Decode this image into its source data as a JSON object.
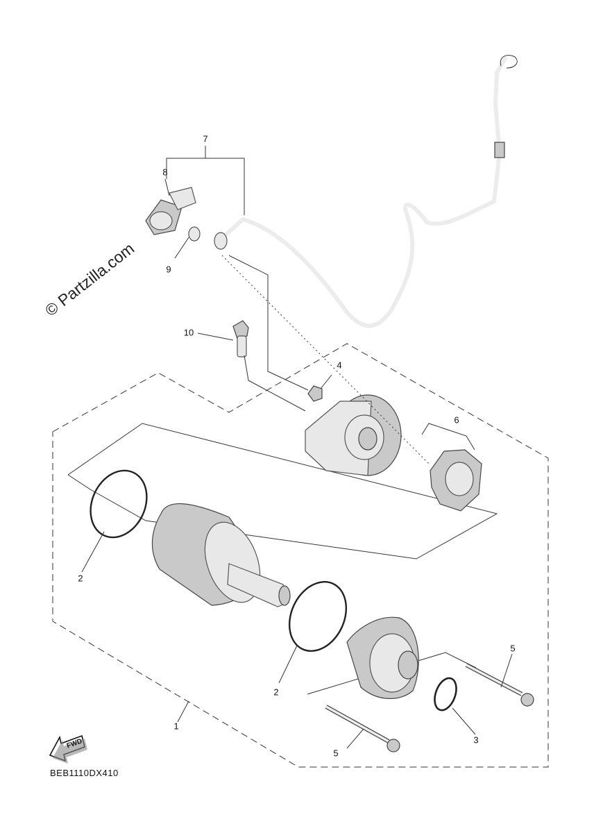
{
  "watermark": "© Partzilla.com",
  "diagram_code": "BEB1110DX410",
  "fwd_label": "FWD",
  "callouts": {
    "c1": "1",
    "c2a": "2",
    "c2b": "2",
    "c3": "3",
    "c4": "4",
    "c5a": "5",
    "c5b": "5",
    "c6": "6",
    "c7": "7",
    "c8": "8",
    "c9": "9",
    "c10": "10"
  }
}
